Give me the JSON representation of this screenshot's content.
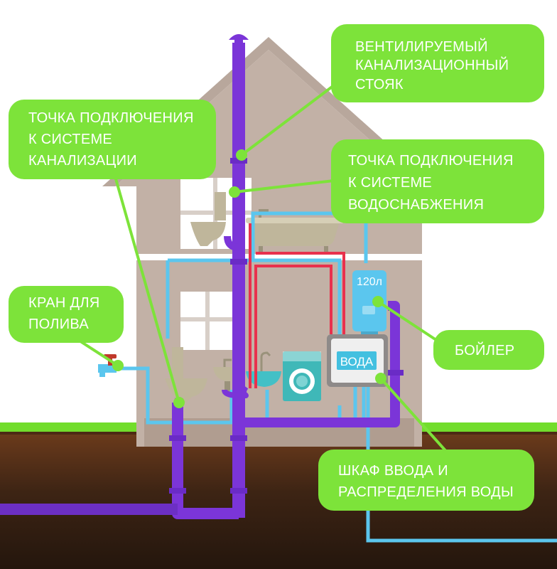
{
  "colors": {
    "callout": "#7de33a",
    "pointer": "#7de33a",
    "sewer": "#7b35d8",
    "cold": "#5bc6ee",
    "hot": "#e8314d",
    "wall": "#c2b1a6",
    "window": "#ffffff",
    "ground_top": "#6e3c1c",
    "ground_bottom": "#2a1a10",
    "grass": "#72dd2c",
    "fixture": "#bfb69b"
  },
  "callouts": {
    "riser": {
      "lines": [
        "ВЕНТИЛИРУЕМЫЙ",
        "КАНАЛИЗАЦИОННЫЙ",
        "СТОЯК"
      ]
    },
    "sewer_point": {
      "lines": [
        "ТОЧКА ПОДКЛЮЧЕНИЯ",
        "К СИСТЕМЕ",
        "КАНАЛИЗАЦИИ"
      ]
    },
    "water_point": {
      "lines": [
        "ТОЧКА ПОДКЛЮЧЕНИЯ",
        "К СИСТЕМЕ",
        "ВОДОСНАБЖЕНИЯ"
      ]
    },
    "tap": {
      "lines": [
        "КРАН ДЛЯ",
        "ПОЛИВА"
      ]
    },
    "boiler": {
      "lines": [
        "БОЙЛЕР"
      ]
    },
    "cabinet": {
      "lines": [
        "ШКАФ ВВОДА И",
        "РАСПРЕДЕЛЕНИЯ ВОДЫ"
      ]
    }
  },
  "boiler": {
    "volume_label": "120л"
  },
  "cabinet": {
    "label": "ВОДА"
  },
  "icons": [
    "bathtub-icon",
    "toilet-icon",
    "sink-icon",
    "washing-machine-icon",
    "faucet-icon",
    "window-icon"
  ]
}
